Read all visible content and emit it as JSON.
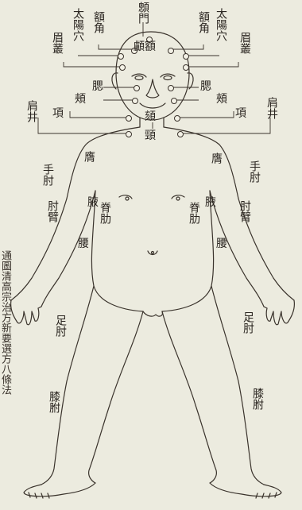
{
  "labels": {
    "xin_men": "顖門",
    "e_jiao_l": "額角",
    "e_jiao_r": "額角",
    "tai_yang_xue_l": "太陽穴",
    "tai_yang_xue_r": "太陽穴",
    "mei_cong_l": "眉叢",
    "mei_cong_r": "眉叢",
    "lu_e": "顱額",
    "sai_l": "腮",
    "sai_r": "腮",
    "jia_l": "頰",
    "jia_r": "頰",
    "jian_jing_l": "肩井",
    "jian_jing_r": "肩井",
    "xiang_l": "項",
    "xiang_r": "項",
    "ke": "頦",
    "jing": "頸",
    "ying_l": "膺",
    "ying_r": "膺",
    "shou_zhou_l": "手肘",
    "shou_zhou_r": "手肘",
    "zhou_bi_l": "肘臂",
    "zhou_bi_r": "肘臂",
    "ye_l": "腋",
    "ye_r": "腋",
    "ji_lei_l": "脊肋",
    "ji_lei_r": "脊肋",
    "yao_l": "腰",
    "yao_r": "腰",
    "zu_zhou_l": "足肘",
    "zu_zhou_r": "足肘",
    "tui_l": "膝胕",
    "tui_r": "膝胕"
  },
  "side_text": "通圖清高宗治方新要選方八條法"
}
